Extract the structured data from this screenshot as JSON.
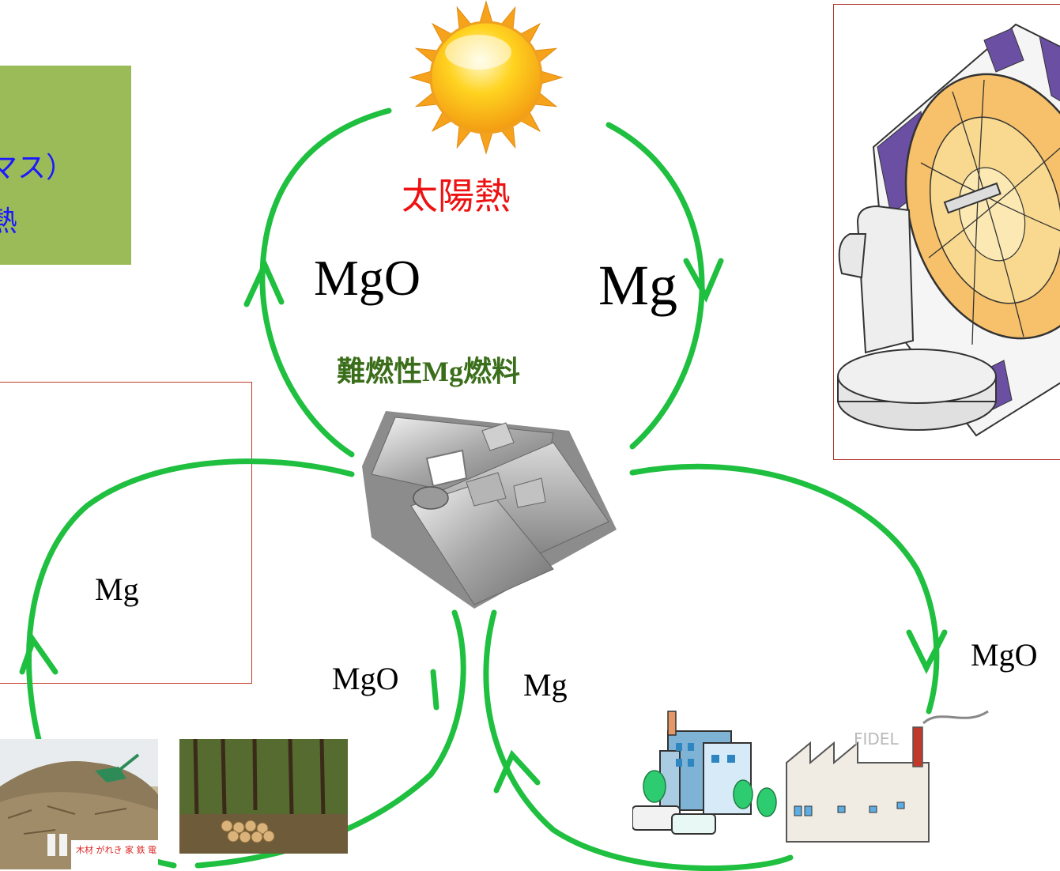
{
  "green_box": {
    "line1": "マス）",
    "line2": "熱"
  },
  "labels": {
    "sun_heat": "太陽熱",
    "mgo_top": "MgO",
    "mg_top": "Mg",
    "fuel": "難燃性Mg燃料",
    "mg_left": "Mg",
    "mgo_left": "MgO",
    "mg_right": "Mg",
    "mgo_right": "MgO"
  },
  "photos": {
    "debris_signs": [
      "木材",
      "がれき",
      "家",
      "鉄",
      "電"
    ],
    "factory_watermark": "FIDEL"
  },
  "colors": {
    "cycle_green": "#1fbf3f",
    "sun_label_red": "#ee1111",
    "fuel_label_green": "#3b6e1a",
    "box_green": "#9bbb59",
    "box_text_blue": "#1a1aff"
  },
  "icons": [
    "sun-icon",
    "magnesium-ingots-image",
    "solar-furnace-illustration",
    "debris-photo",
    "logs-photo",
    "factory-illustration"
  ]
}
